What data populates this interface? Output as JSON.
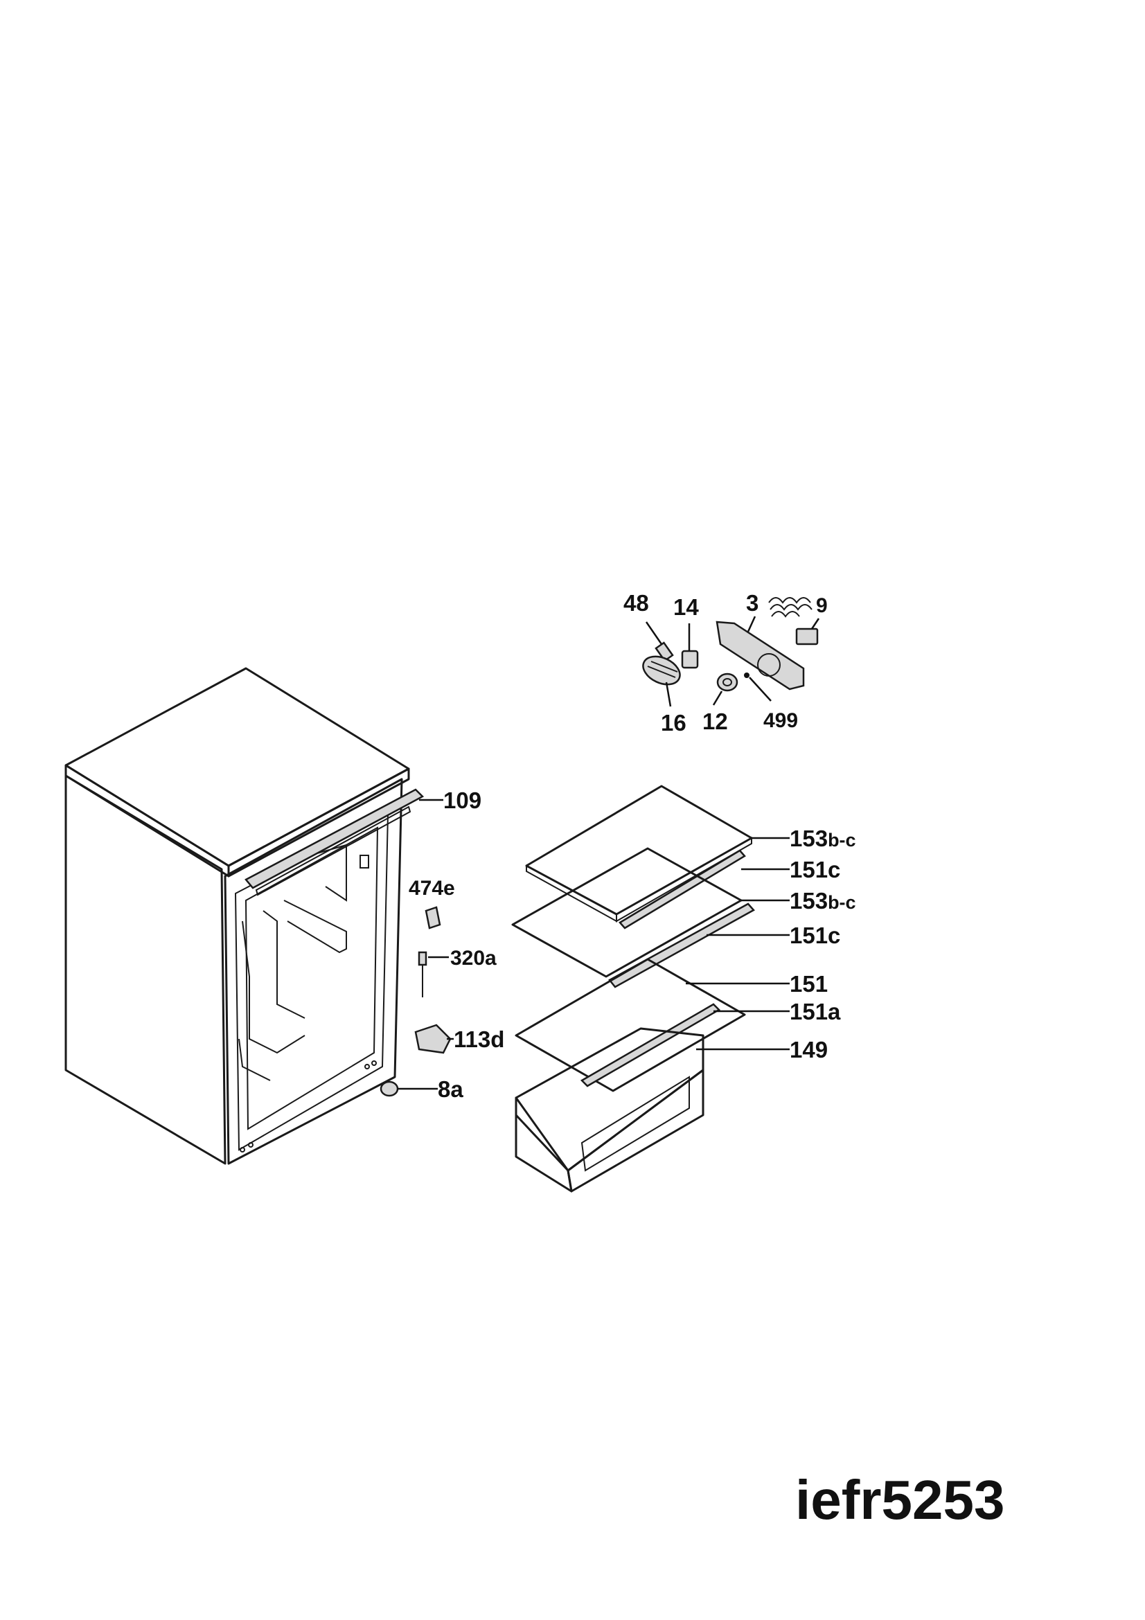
{
  "model_code": "iefr5253",
  "callouts": {
    "c48": "48",
    "c14": "14",
    "c3": "3",
    "c9": "9",
    "c16": "16",
    "c12": "12",
    "c499": "499",
    "c109": "109",
    "c474e": "474e",
    "c320a": "320a",
    "c113d": "113d",
    "c8a": "8a",
    "c153bc_1_num": "153",
    "c153bc_1_suf": "b-c",
    "c151c_1": "151c",
    "c153bc_2_num": "153",
    "c153bc_2_suf": "b-c",
    "c151c_2": "151c",
    "c151": "151",
    "c151a": "151a",
    "c149": "149"
  }
}
